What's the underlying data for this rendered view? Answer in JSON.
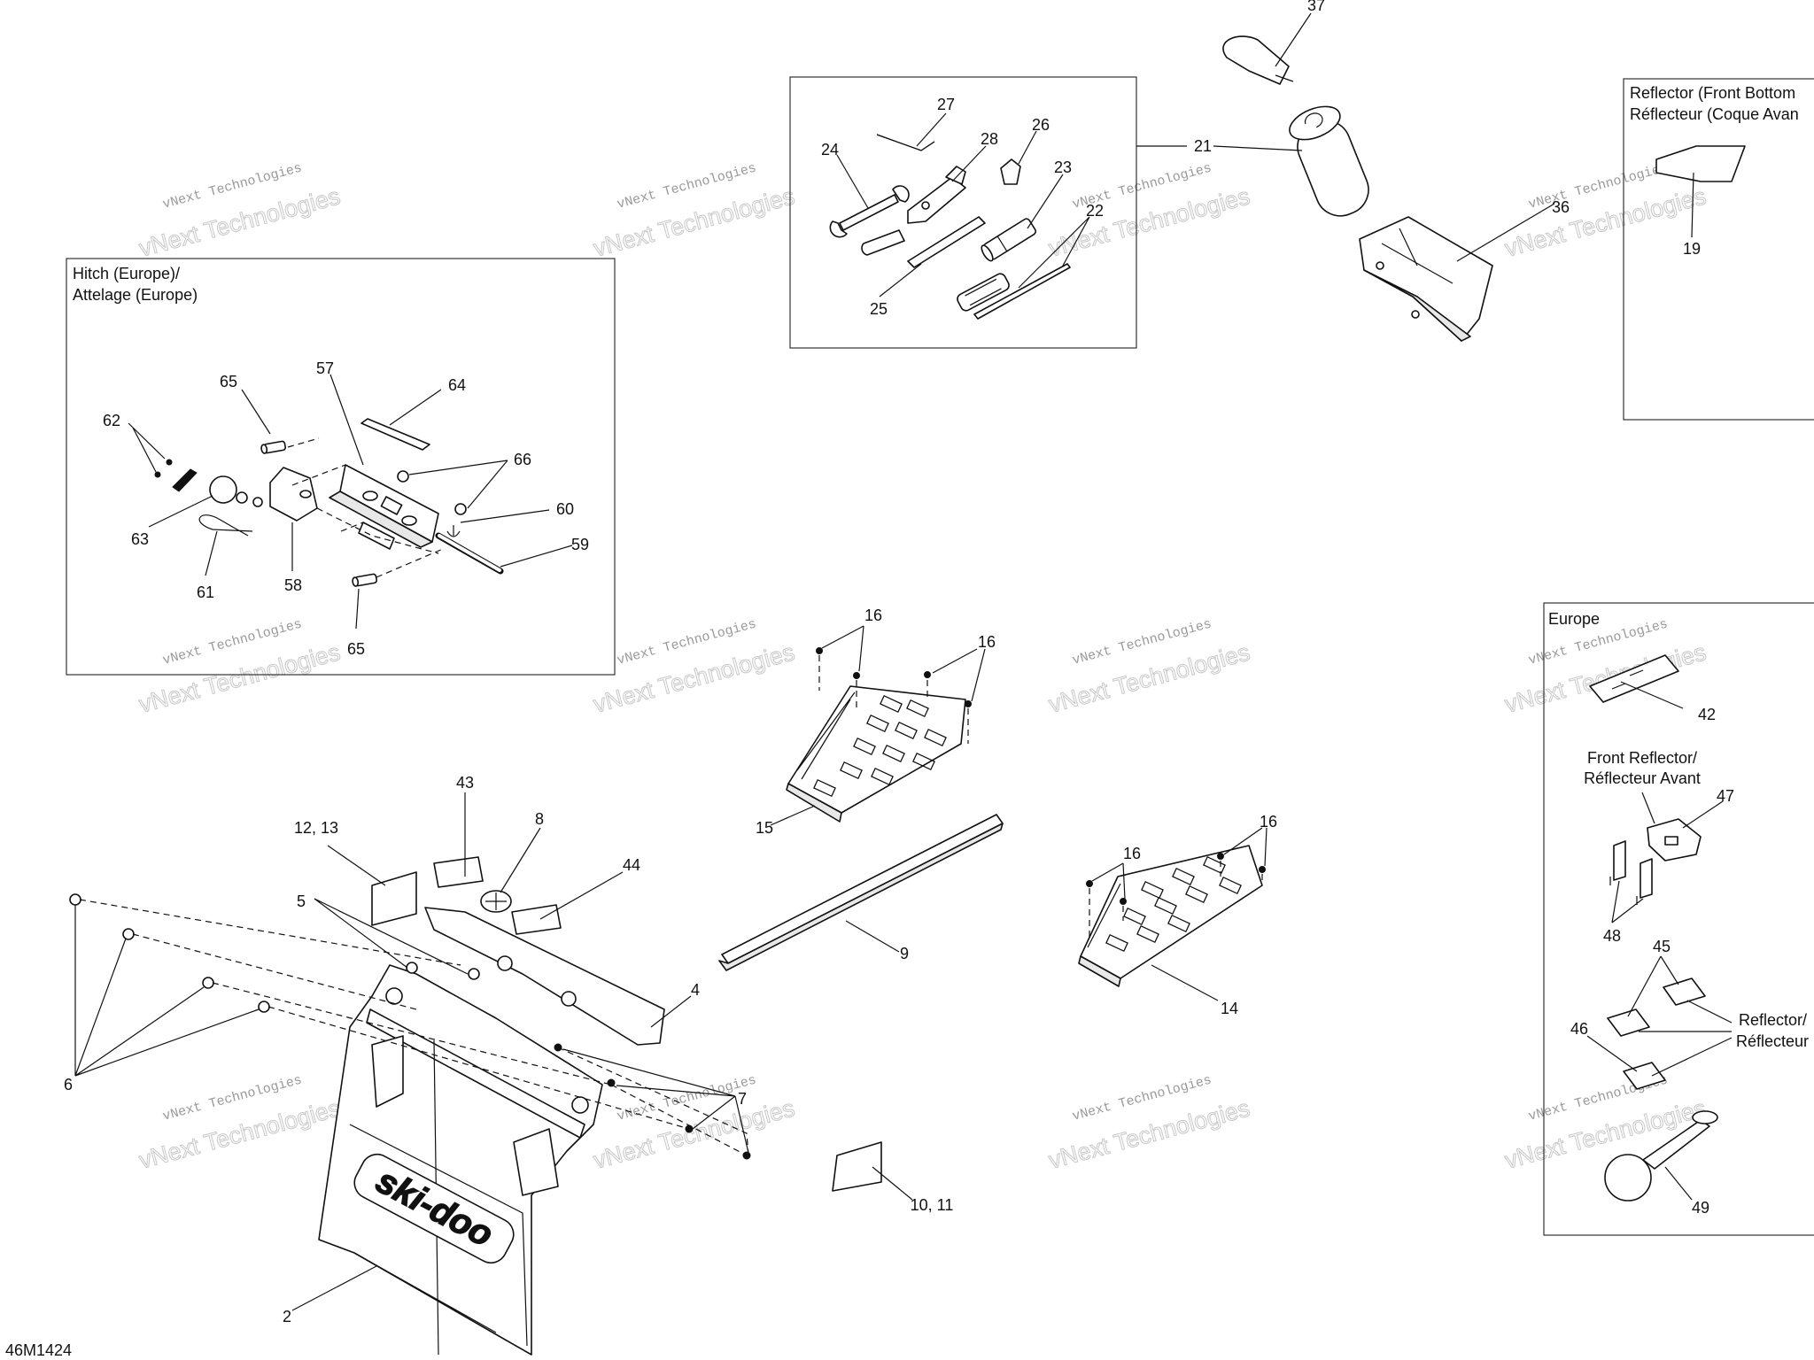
{
  "diagram_code": "46M1424",
  "watermark": {
    "line1": "vNext Technologies",
    "line2": "vNext Technologies"
  },
  "boxes": {
    "hitch": {
      "title_line1": "Hitch (Europe)/",
      "title_line2": "Attelage (Europe)"
    },
    "tools": {},
    "reflector_front_bottom": {
      "title_line1": "Reflector (Front Bottom",
      "title_line2": "Réflecteur (Coque Avan"
    },
    "europe": {
      "title": "Europe"
    }
  },
  "texts": {
    "front_reflector_line1": "Front Reflector/",
    "front_reflector_line2": "Réflecteur Avant",
    "reflector_line1": "Reflector/",
    "reflector_line2": "Réflecteur"
  },
  "callouts": {
    "c2": "2",
    "c4": "4",
    "c5": "5",
    "c6": "6",
    "c7": "7",
    "c8": "8",
    "c9": "9",
    "c10_11": "10, 11",
    "c12_13": "12, 13",
    "c14": "14",
    "c15": "15",
    "c16a": "16",
    "c16b": "16",
    "c16c": "16",
    "c16d": "16",
    "c19": "19",
    "c21": "21",
    "c22": "22",
    "c23": "23",
    "c24": "24",
    "c25": "25",
    "c26": "26",
    "c27": "27",
    "c28": "28",
    "c37": "37",
    "c36": "36",
    "c42": "42",
    "c43": "43",
    "c44": "44",
    "c45": "45",
    "c46": "46",
    "c47": "47",
    "c48": "48",
    "c49": "49",
    "c57": "57",
    "c58": "58",
    "c59": "59",
    "c60": "60",
    "c61": "61",
    "c62": "62",
    "c63": "63",
    "c64": "64",
    "c65a": "65",
    "c65b": "65",
    "c66": "66"
  },
  "logo_text": "ski-doo"
}
